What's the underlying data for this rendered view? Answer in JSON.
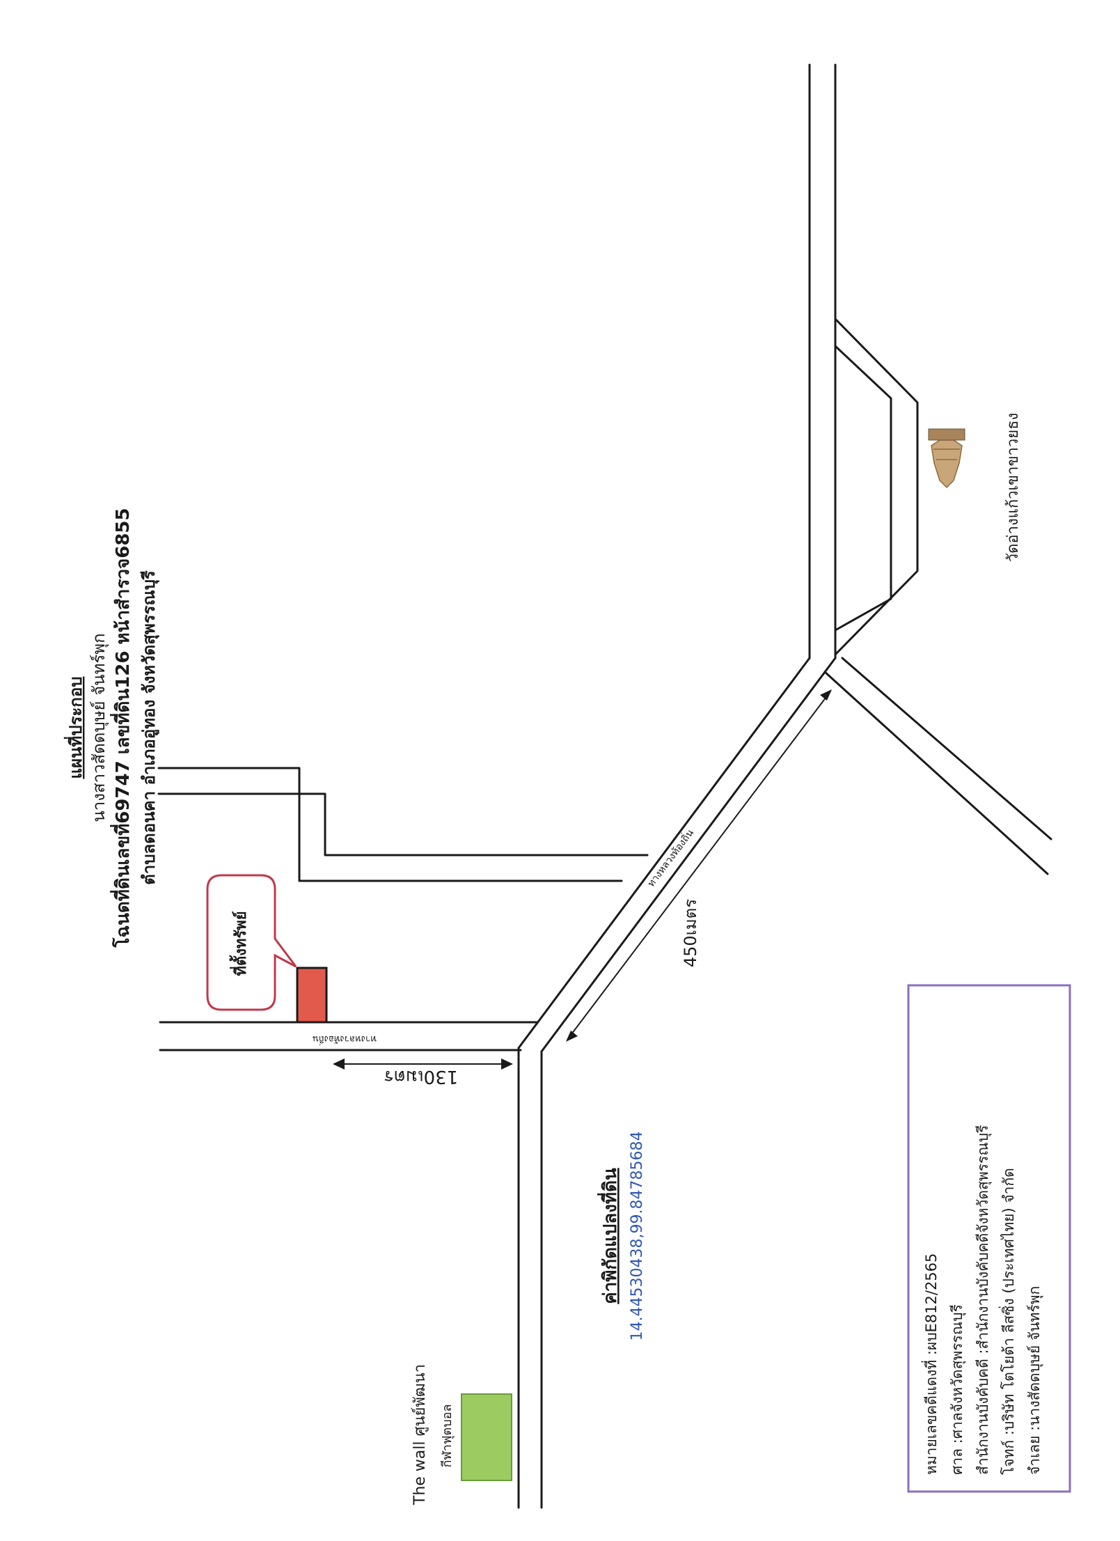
{
  "title": {
    "heading": "แผนที่ประกอบ",
    "owner": "นางสาวสัดดบุษย์ จันทร์พุก",
    "deed": "โฉนดที่ดินเลขที่69747 เลขที่ดิน126 หน้าสำรวจ6855",
    "location": "ตำบลดอนคา อำเภออู่ทอง จังหวัดสุพรรณบุรี"
  },
  "labels": {
    "property": "ที่ตั้งทรัพย์",
    "road_main": "ทางหลวงท้องถิ่น",
    "road_side": "ทางหลวงท้องถิ่น",
    "dist_450": "450เมตร",
    "dist_130": "130เมตร",
    "temple": "วัดอ่างแก้วเขาขาวยธง",
    "mall_line1": "The wall ศูนย์พัฒนา",
    "mall_line2": "กีฬาฟุตบอล"
  },
  "coords": {
    "heading": "ค่าพิกัดแปลงที่ดิน",
    "value": "14.44530438,99.84785684"
  },
  "info_box": {
    "lines": [
      "หมายเลขคดีแดงที่ :ผบE812/2565",
      "ศาล :ศาลจังหวัดสุพรรณบุรี",
      "สำนักงานบังคับคดี :สำนักงานบังคับคดีจังหวัดสุพรรณบุรี",
      "โจทก์ :บริษัท โตโยต้า ลีสซิ่ง (ประเทศไทย) จำกัด",
      "จำเลย :นางสัดดบุษย์ จันทร์พุก"
    ]
  },
  "colors": {
    "property_fill": "#e25a4c",
    "callout_border": "#c0394b",
    "mall_fill": "#9ccb62",
    "info_border": "#8a6fc0",
    "coords_text": "#2f57b3"
  }
}
